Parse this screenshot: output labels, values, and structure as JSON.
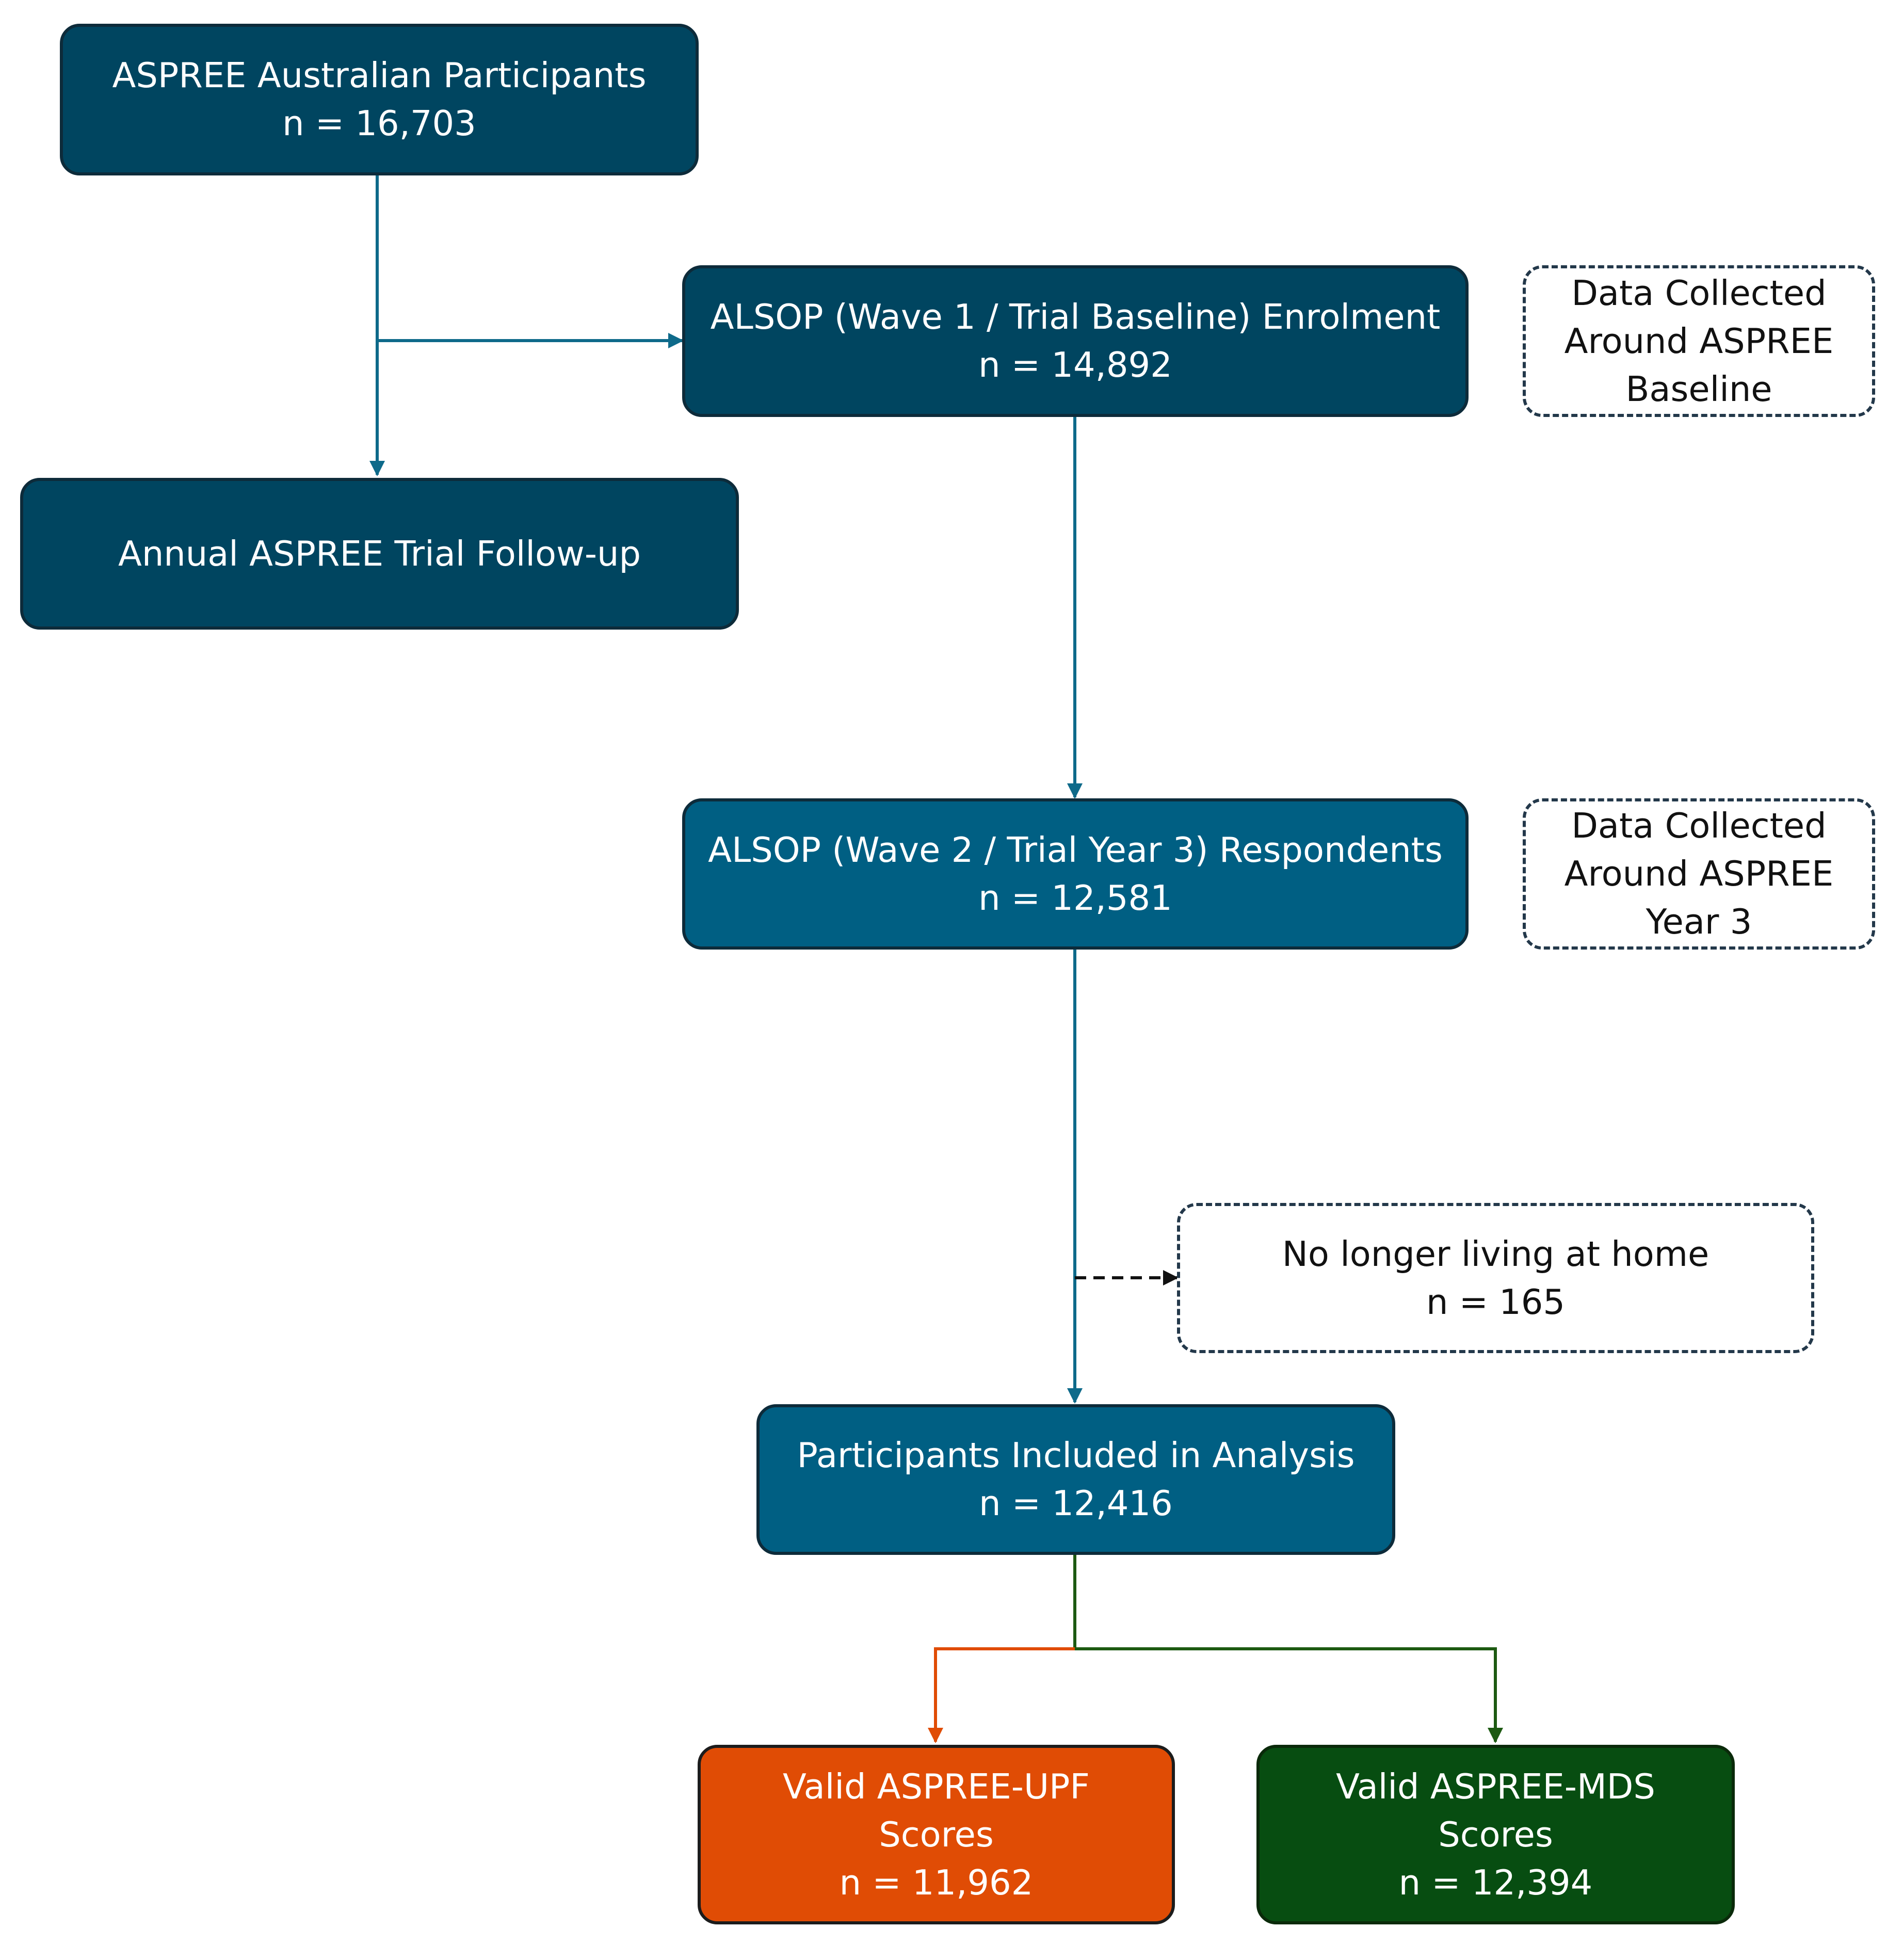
{
  "colors": {
    "dark_box": "#004560",
    "mid_box": "#005f83",
    "orange_box": "#e04c05",
    "green_box": "#074d11",
    "blue_connector": "#0e6a8a",
    "orange_connector": "#e04c05",
    "green_connector": "#1d5a12",
    "dashed_connector": "#111111"
  },
  "nodes": {
    "aspree": {
      "title": "ASPREE Australian Participants",
      "count": "n = 16,703"
    },
    "wave1": {
      "title": "ALSOP (Wave 1 / Trial Baseline) Enrolment",
      "count": "n = 14,892"
    },
    "note_baseline": {
      "line1": "Data Collected",
      "line2": "Around ASPREE",
      "line3": "Baseline"
    },
    "followup": {
      "title": "Annual ASPREE Trial Follow-up"
    },
    "wave2": {
      "title": "ALSOP (Wave 2 / Trial Year 3) Respondents",
      "count": "n = 12,581"
    },
    "note_year3": {
      "line1": "Data Collected",
      "line2": "Around ASPREE",
      "line3": "Year 3"
    },
    "excluded": {
      "title": "No longer living at home",
      "count": "n = 165"
    },
    "analysis": {
      "title": "Participants Included in Analysis",
      "count": "n = 12,416"
    },
    "upf": {
      "line1": "Valid ASPREE-UPF",
      "line2": "Scores",
      "count": "n = 11,962"
    },
    "mds": {
      "line1": "Valid ASPREE-MDS",
      "line2": "Scores",
      "count": "n = 12,394"
    }
  }
}
